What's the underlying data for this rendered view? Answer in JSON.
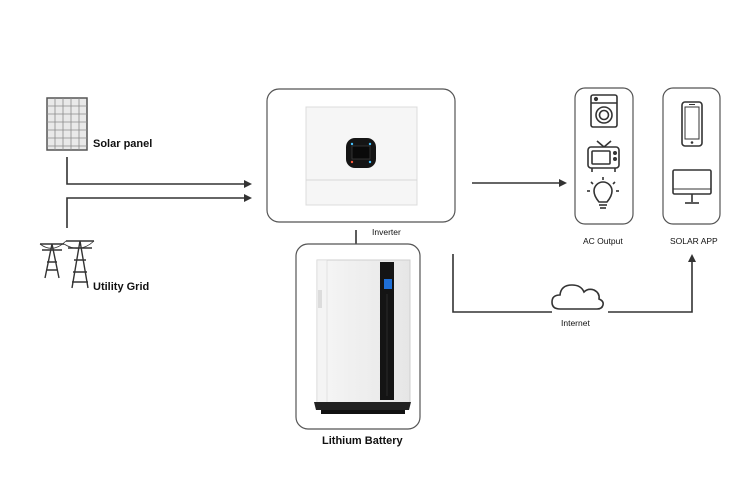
{
  "labels": {
    "solar_panel": "Solar panel",
    "utility_grid": "Utility Grid",
    "inverter": "Inverter",
    "lithium_battery": "Lithium Battery",
    "ac_output": "AC Output",
    "solar_app": "SOLAR APP",
    "internet": "Internet"
  },
  "icons": {
    "solar_panel": "solar-panel-icon",
    "utility_grid": "power-tower-icon",
    "inverter": "inverter-device-icon",
    "battery": "battery-cabinet-icon",
    "ac_output": [
      "washing-machine-icon",
      "tv-icon",
      "light-bulb-icon"
    ],
    "solar_app": [
      "smartphone-icon",
      "monitor-icon"
    ],
    "internet": "cloud-icon"
  },
  "colors": {
    "line": "#333333",
    "box_border": "#555555",
    "battery_screen": "#1f6fd6"
  }
}
